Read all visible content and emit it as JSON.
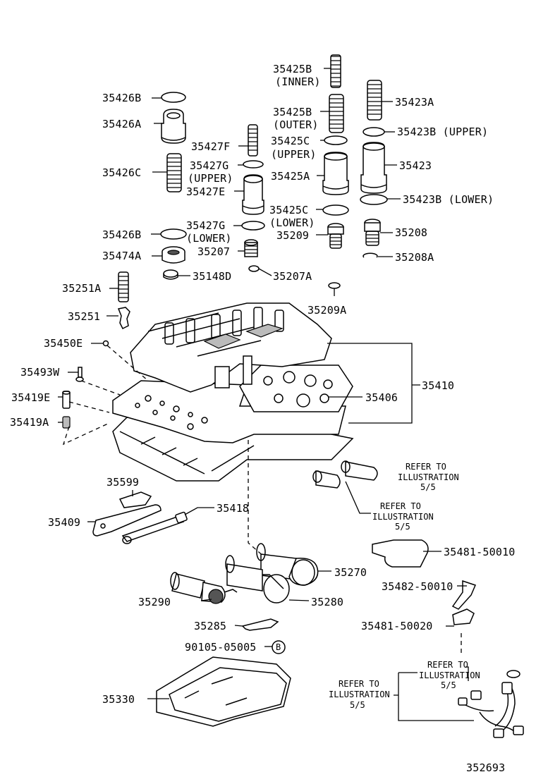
{
  "labels": {
    "p35425B_inner": "35425B",
    "inner": "(INNER)",
    "p35426B_top": "35426B",
    "p35423A": "35423A",
    "p35425B_outer": "35425B",
    "outer": "(OUTER)",
    "p35426A": "35426A",
    "p35423B_upper": "35423B (UPPER)",
    "p35427F": "35427F",
    "p35425C_upper": "35425C",
    "upper1": "(UPPER)",
    "p35427G_upper": "35427G",
    "upper2": "(UPPER)",
    "p35423": "35423",
    "p35426C": "35426C",
    "p35425A": "35425A",
    "p35427E": "35427E",
    "p35423B_lower": "35423B (LOWER)",
    "p35425C_lower": "35425C",
    "lower1": "(LOWER)",
    "p35427G_lower": "35427G",
    "lower2": "(LOWER)",
    "p35426B_bot": "35426B",
    "p35209": "35209",
    "p35208": "35208",
    "p35207": "35207",
    "p35474A": "35474A",
    "p35208A": "35208A",
    "p35148D": "35148D",
    "p35207A": "35207A",
    "p35251A": "35251A",
    "p35209A": "35209A",
    "p35251": "35251",
    "p35450E": "35450E",
    "p35493W": "35493W",
    "p35410": "35410",
    "p35419E": "35419E",
    "p35406": "35406",
    "p35419A": "35419A",
    "p35599": "35599",
    "p35418": "35418",
    "p35409": "35409",
    "p35481_50010": "35481-50010",
    "p35270": "35270",
    "p35482_50010": "35482-50010",
    "p35290": "35290",
    "p35280": "35280",
    "p35285": "35285",
    "p35481_50020": "35481-50020",
    "p90105_05005": "90105-05005",
    "circle_b": "B",
    "p35330": "35330",
    "diagram_id": "352693"
  },
  "refer_notes": [
    {
      "line1": "REFER TO",
      "line2": "ILLUSTRATION",
      "line3": "5/5"
    },
    {
      "line1": "REFER TO",
      "line2": "ILLUSTRATION",
      "line3": "5/5"
    },
    {
      "line1": "REFER TO",
      "line2": "ILLUSTRATION",
      "line3": "5/5"
    },
    {
      "line1": "REFER TO",
      "line2": "ILLUSTRATION",
      "line3": "5/5"
    }
  ]
}
